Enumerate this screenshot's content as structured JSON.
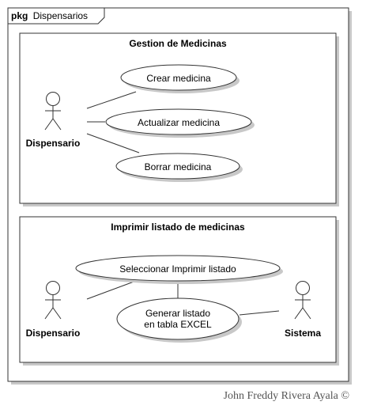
{
  "package": {
    "keyword": "pkg",
    "name": "Dispensarios"
  },
  "subsystems": [
    {
      "title": "Gestion de Medicinas",
      "actors": [
        {
          "name": "Dispensario"
        }
      ],
      "use_cases": [
        {
          "label": "Crear medicina"
        },
        {
          "label": "Actualizar medicina"
        },
        {
          "label": "Borrar medicina"
        }
      ]
    },
    {
      "title": "Imprimir listado de medicinas",
      "actors": [
        {
          "name": "Dispensario"
        },
        {
          "name": "Sistema"
        }
      ],
      "use_cases": [
        {
          "label": "Seleccionar Imprimir listado"
        },
        {
          "label_lines": [
            "Generar listado",
            "en tabla EXCEL"
          ]
        }
      ]
    }
  ],
  "footer": {
    "credit": "John Freddy Rivera Ayala ©"
  },
  "colors": {
    "line": "#333333",
    "shadow": "#c8c8c8",
    "fill": "#ffffff",
    "text": "#000000",
    "credit": "#555555"
  }
}
